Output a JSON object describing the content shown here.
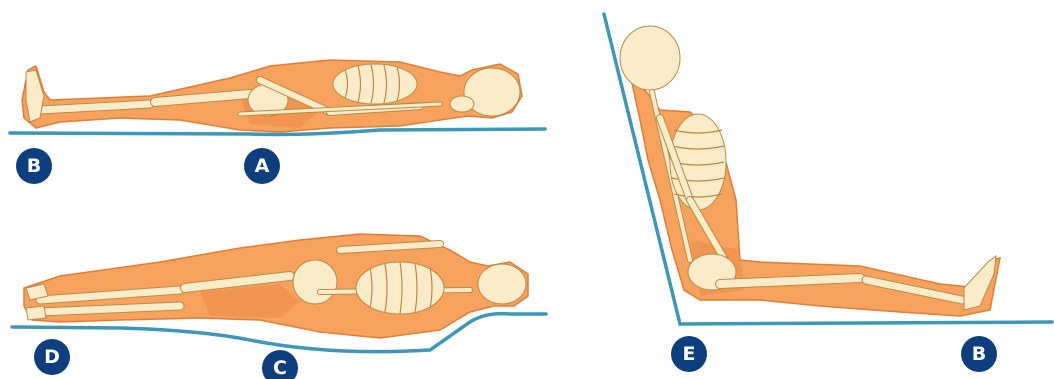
{
  "labels": {
    "top_left": [
      "B",
      "A"
    ],
    "bottom_left": [
      "D",
      "C"
    ],
    "right": [
      "E",
      "B"
    ]
  },
  "colors": {
    "badge": "#0d3f7f",
    "badge_text": "#ffffff",
    "surface": "#3c97b9",
    "skin": "#f7a35e",
    "bone": "#fbecc9"
  }
}
